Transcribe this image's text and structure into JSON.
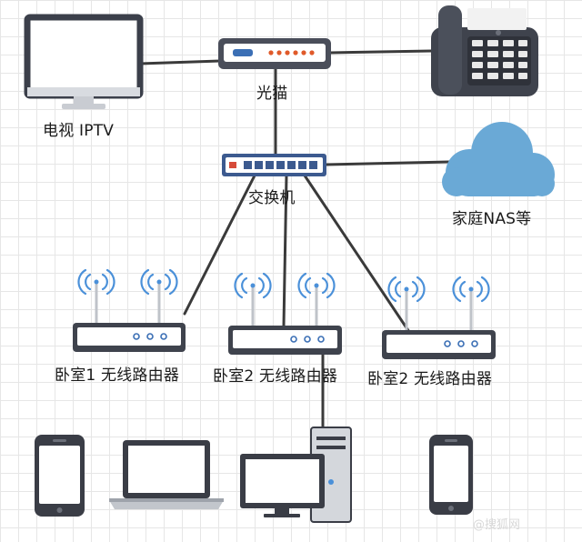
{
  "labels": {
    "tv": "电视 IPTV",
    "modem": "光猫",
    "switch": "交换机",
    "nas": "家庭NAS等",
    "router1": "卧室1 无线路由器",
    "router2": "卧室2 无线路由器",
    "router3": "卧室2 无线路由器"
  },
  "watermark": "@搜狐网"
}
